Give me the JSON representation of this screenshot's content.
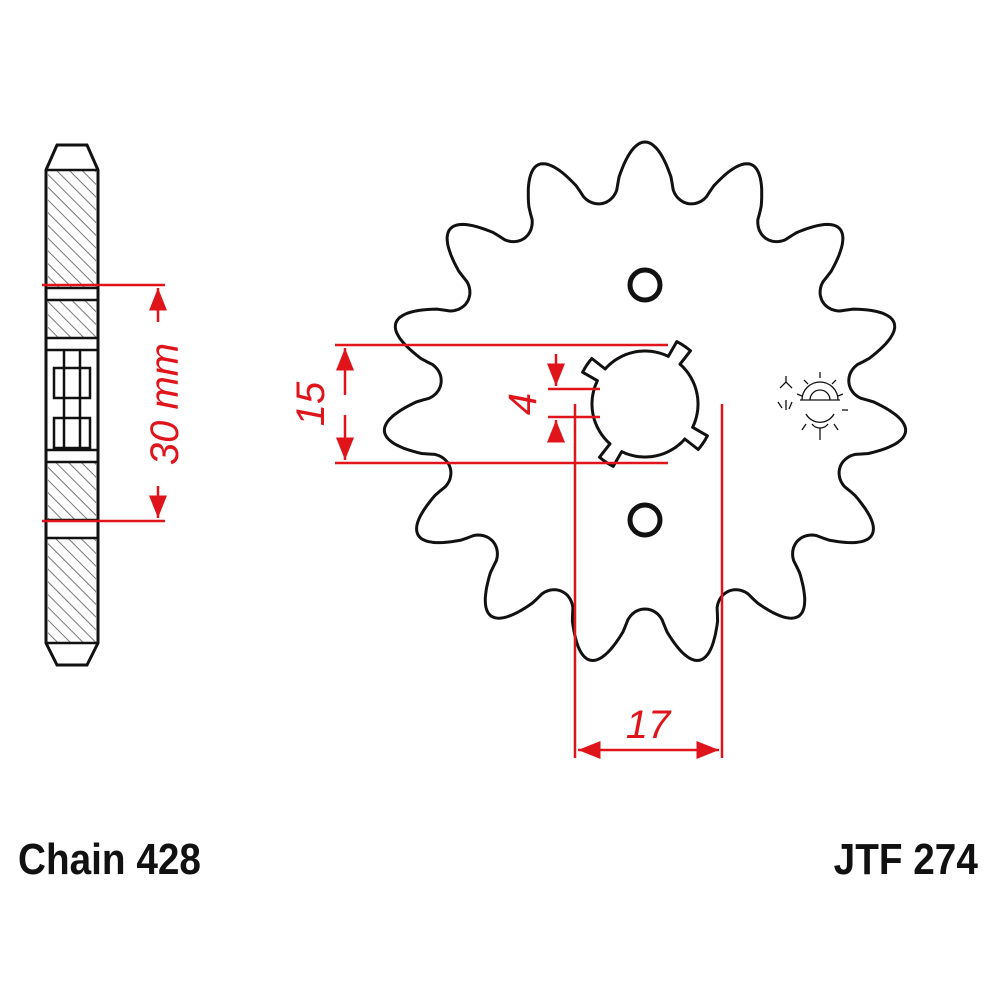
{
  "dimensions": {
    "chain_pitch_width": "30 mm",
    "bore_height": "15",
    "spline_width": "4",
    "bore_width": "17"
  },
  "labels": {
    "chain": "Chain 428",
    "part_number": "JTF 274"
  },
  "sprocket": {
    "teeth": 15,
    "bolt_holes": 2,
    "splines": 4
  },
  "colors": {
    "outline": "#111111",
    "dimension": "#e0151b",
    "hatch": "#888888"
  }
}
